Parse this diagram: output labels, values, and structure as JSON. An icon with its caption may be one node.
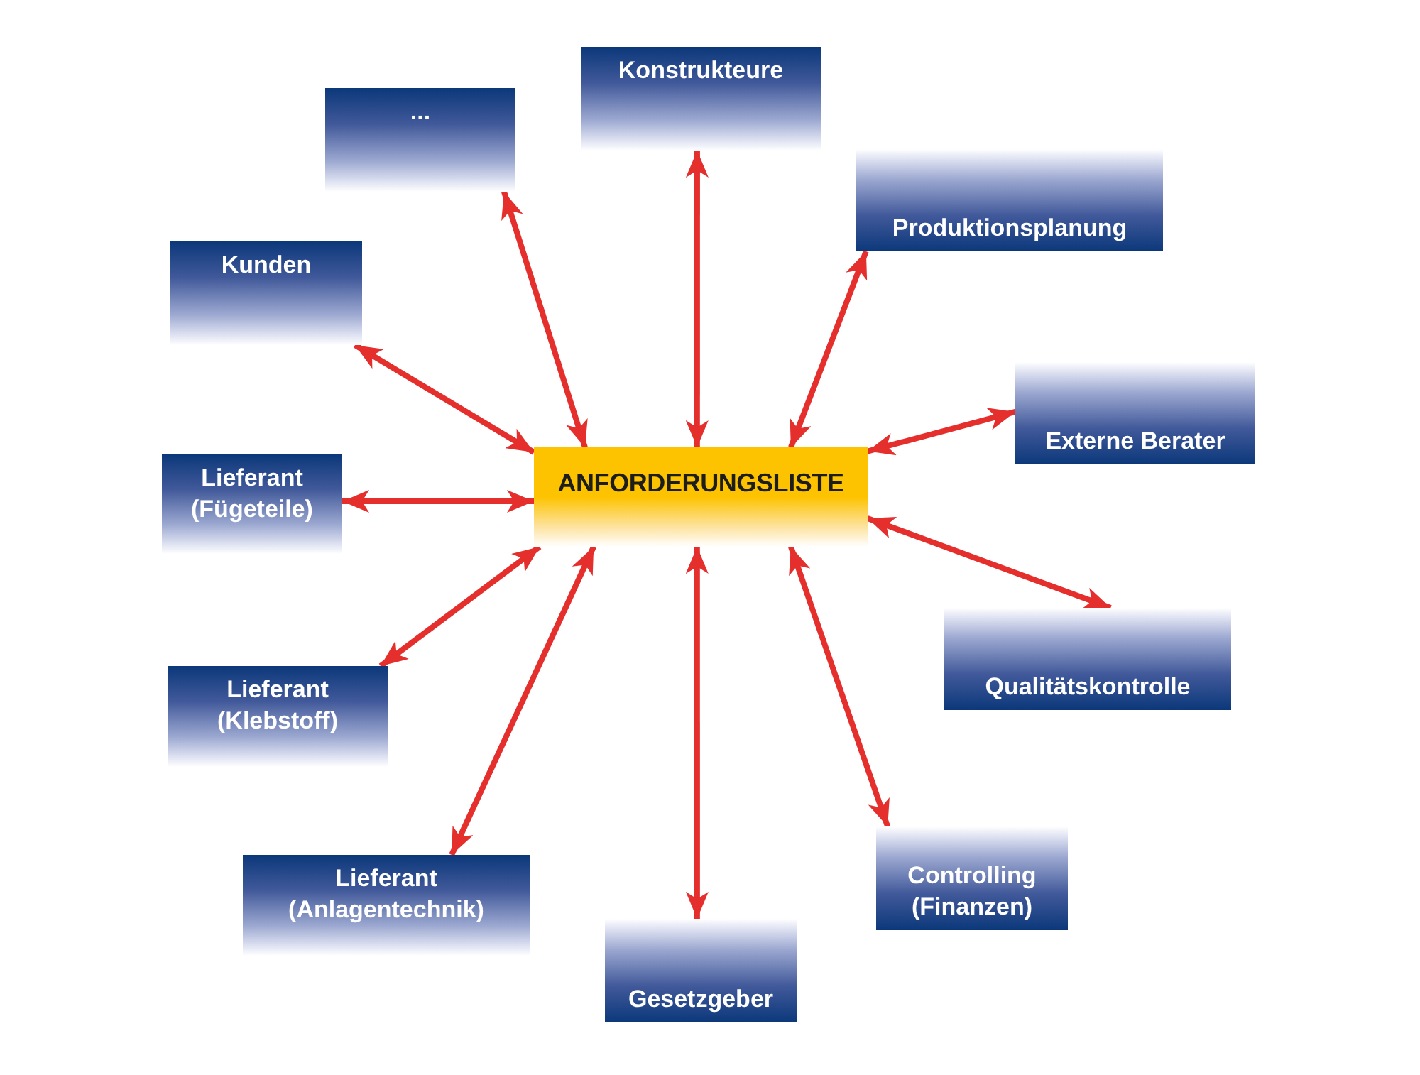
{
  "diagram": {
    "nodes": [
      {
        "text": [
          "Konstrukteure"
        ]
      },
      {
        "text": [
          "..."
        ]
      },
      {
        "text": [
          "Produktionsplanung"
        ]
      },
      {
        "text": [
          "Kunden"
        ]
      },
      {
        "text": [
          "Externe Berater"
        ]
      },
      {
        "text": [
          "Lieferant (Fügeteile)"
        ]
      },
      {
        "text": [
          "ANFORDERUNGSLISTE"
        ]
      },
      {
        "text": [
          "Qualitätskontrolle"
        ]
      },
      {
        "text": [
          "Lieferant (Klebstoff)"
        ]
      },
      {
        "text": [
          "Controlling (Finanzen)"
        ]
      },
      {
        "text": [
          "Lieferant (Anlagentechnik)"
        ]
      },
      {
        "text": [
          "Gesetzgeber"
        ]
      }
    ],
    "edges": [
      {
        "from": 6,
        "to": 0,
        "arrow": "both"
      },
      {
        "from": 6,
        "to": 1,
        "arrow": "both"
      },
      {
        "from": 6,
        "to": 2,
        "arrow": "both"
      },
      {
        "from": 6,
        "to": 3,
        "arrow": "both"
      },
      {
        "from": 6,
        "to": 4,
        "arrow": "both"
      },
      {
        "from": 6,
        "to": 5,
        "arrow": "both"
      },
      {
        "from": 6,
        "to": 7,
        "arrow": "both"
      },
      {
        "from": 6,
        "to": 8,
        "arrow": "both"
      },
      {
        "from": 6,
        "to": 9,
        "arrow": "both"
      },
      {
        "from": 6,
        "to": 10,
        "arrow": "both"
      },
      {
        "from": 6,
        "to": 11,
        "arrow": "both"
      }
    ]
  }
}
